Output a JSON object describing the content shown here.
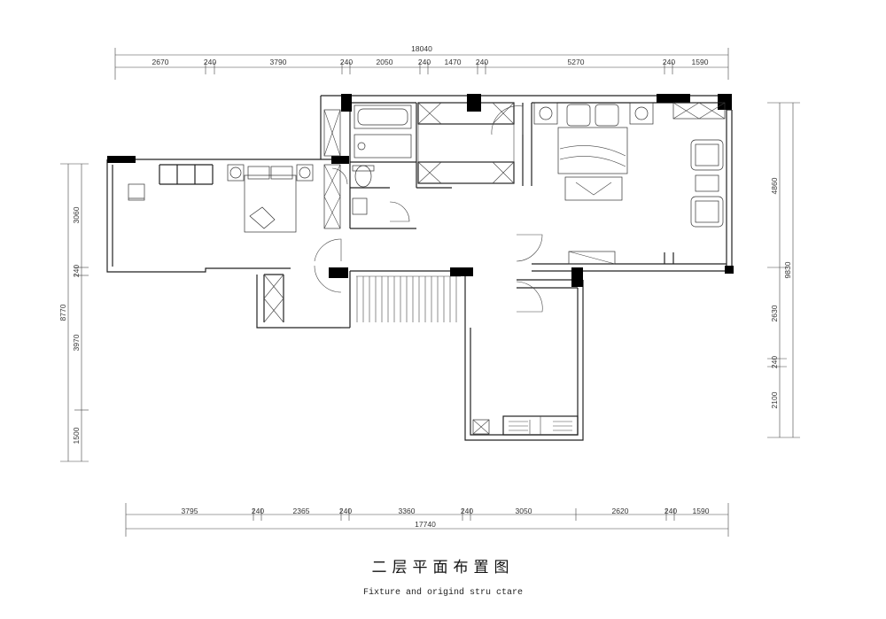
{
  "dimensions": {
    "top_total": "18040",
    "top_segments": [
      "2670",
      "240",
      "3790",
      "240",
      "2050",
      "240",
      "1470",
      "240",
      "5270",
      "240",
      "1590"
    ],
    "bottom_total": "17740",
    "bottom_segments": [
      "3795",
      "240",
      "2365",
      "240",
      "3360",
      "240",
      "3050",
      "2620",
      "240",
      "1590"
    ],
    "left_total": "8770",
    "left_segments": [
      "3060",
      "240",
      "3970",
      "1500"
    ],
    "right_total": "9830",
    "right_segments": [
      "4860",
      "2630",
      "240",
      "2100"
    ]
  },
  "title_cn": "二层平面布置图",
  "title_en": "Fixture and origind stru ctare"
}
